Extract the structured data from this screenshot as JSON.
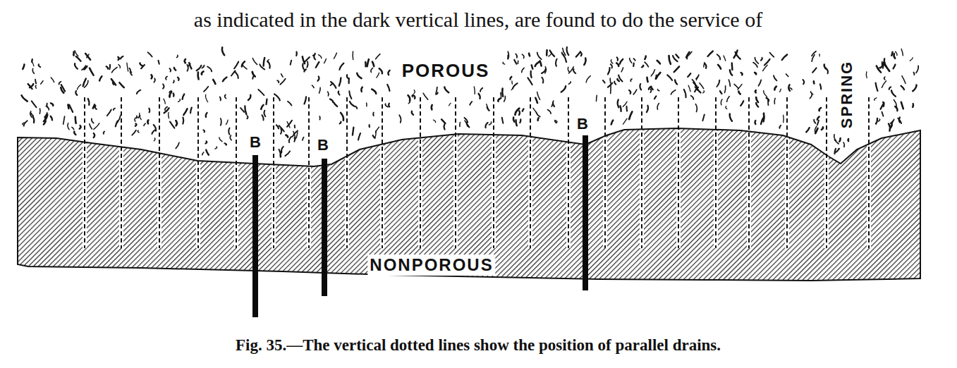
{
  "diagram": {
    "caption": "Fig. 35.—The vertical dotted lines show the position of parallel drains.",
    "labels": [
      "as indicated in the dark vertical lines, are found to do the service of",
      "POROUS",
      "B",
      "B",
      "B",
      "SPRING",
      "NONPOROUS"
    ]
  }
}
